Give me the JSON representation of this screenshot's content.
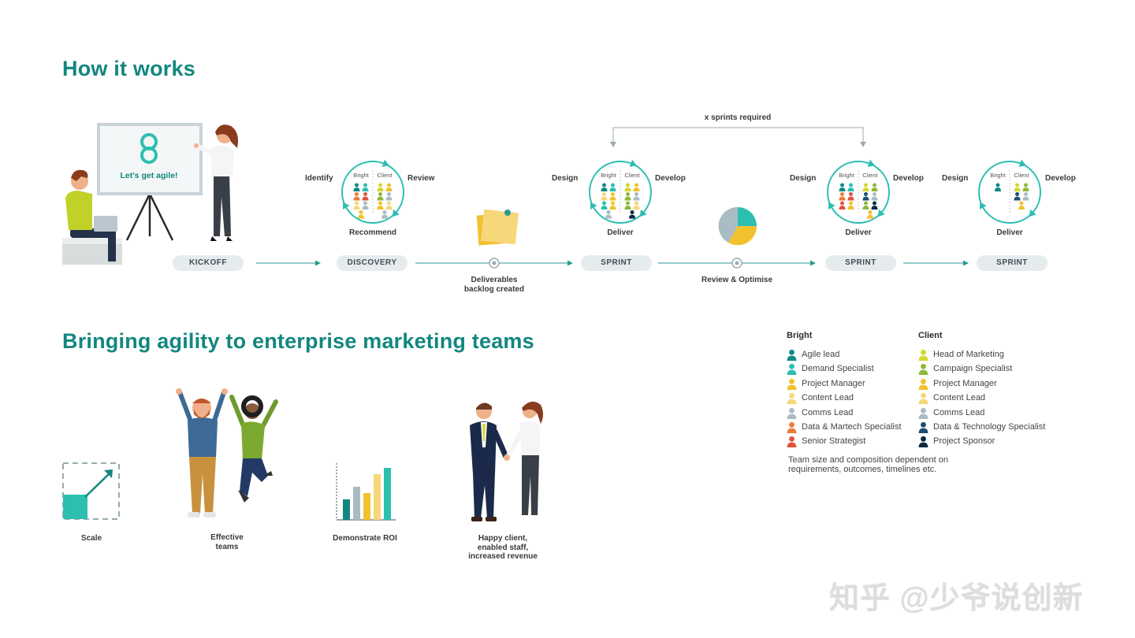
{
  "headings": {
    "how_it_works": "How it works",
    "bringing": "Bringing agility to enterprise marketing teams"
  },
  "board_text": "Let's get agile!",
  "stages": [
    "KICKOFF",
    "DISCOVERY",
    "SPRINT",
    "SPRINT",
    "SPRINT"
  ],
  "cycles": [
    {
      "left": "Identify",
      "right": "Review",
      "bottom": "Recommend"
    },
    {
      "left": "Design",
      "right": "Develop",
      "bottom": "Deliver"
    },
    {
      "left": "Design",
      "right": "Develop",
      "bottom": "Deliver"
    },
    {
      "left": "Design",
      "right": "Develop",
      "bottom": "Deliver"
    }
  ],
  "circle_col_labels": {
    "bright": "Bright",
    "client": "Client"
  },
  "milestones": {
    "deliverables_1": "Deliverables",
    "deliverables_2": "backlog created",
    "review": "Review & Optimise",
    "sprints_required": "x sprints required"
  },
  "legend": {
    "bright_title": "Bright",
    "client_title": "Client",
    "bright": [
      {
        "label": "Agile lead",
        "color": "#0f8a84"
      },
      {
        "label": "Demand Specialist",
        "color": "#2cbfb0"
      },
      {
        "label": "Project Manager",
        "color": "#f2c12e"
      },
      {
        "label": "Content Lead",
        "color": "#f6d77a"
      },
      {
        "label": "Comms Lead",
        "color": "#a9bcc4"
      },
      {
        "label": "Data & Martech Specialist",
        "color": "#ea7d3c"
      },
      {
        "label": "Senior Strategist",
        "color": "#e0533d"
      }
    ],
    "client": [
      {
        "label": "Head of Marketing",
        "color": "#d3d82e"
      },
      {
        "label": "Campaign Specialist",
        "color": "#8db83a"
      },
      {
        "label": "Project Manager",
        "color": "#f2c12e"
      },
      {
        "label": "Content Lead",
        "color": "#f6d77a"
      },
      {
        "label": "Comms Lead",
        "color": "#a9bcc4"
      },
      {
        "label": "Data & Technology Specialist",
        "color": "#1d4f72"
      },
      {
        "label": "Project Sponsor",
        "color": "#0d2a44"
      }
    ],
    "note_1": "Team size and composition dependent on",
    "note_2": "requirements, outcomes, timelines etc."
  },
  "benefits": {
    "scale": "Scale",
    "effective_1": "Effective",
    "effective_2": "teams",
    "roi": "Demonstrate ROI",
    "happy_1": "Happy client,",
    "happy_2": "enabled staff,",
    "happy_3": "increased revenue"
  },
  "watermark": "知乎 @少爷说创新",
  "colors": {
    "teal": "#12877f",
    "accent": "#2cbfb0",
    "stage_bg": "#e6ecee"
  }
}
